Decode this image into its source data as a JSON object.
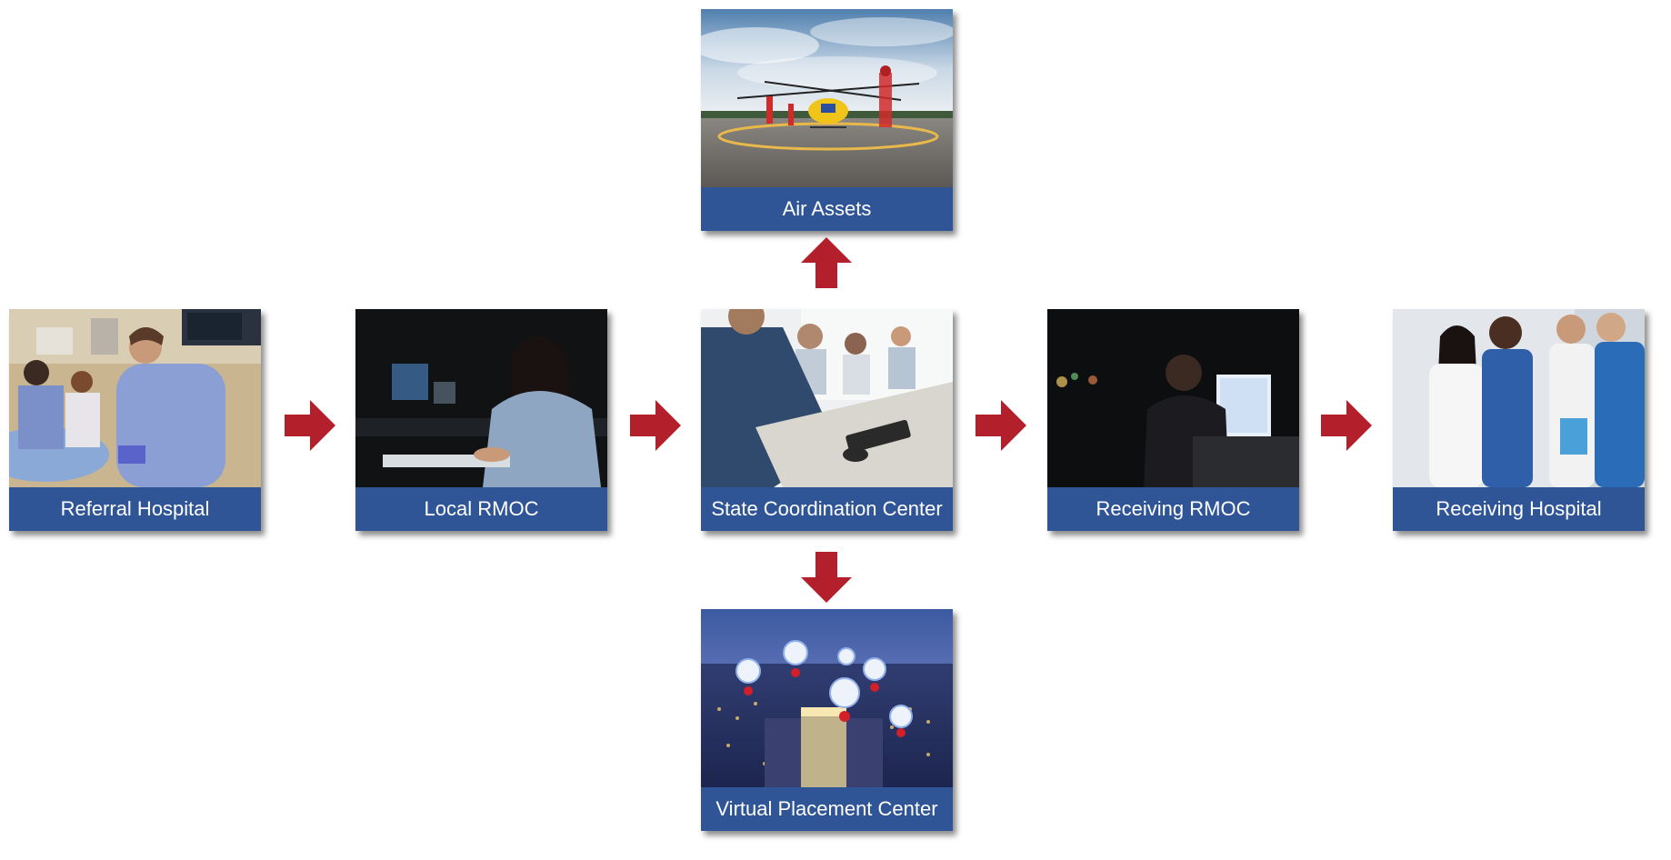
{
  "colors": {
    "caption_bg": "#2f5597",
    "caption_text": "#ffffff",
    "arrow": "#b3202b"
  },
  "nodes": {
    "air_assets": {
      "label": "Air Assets",
      "image": "helicopter-landing-photo"
    },
    "referral_hospital": {
      "label": "Referral Hospital",
      "image": "emergency-room-nurses-photo"
    },
    "local_rmoc": {
      "label": "Local RMOC",
      "image": "dispatcher-with-headset-photo"
    },
    "state_coordination_center": {
      "label": "State Coordination Center",
      "image": "call-center-office-photo"
    },
    "receiving_rmoc": {
      "label": "Receiving RMOC",
      "image": "night-operator-at-monitor-photo"
    },
    "receiving_hospital": {
      "label": "Receiving Hospital",
      "image": "doctors-reviewing-tablet-photo"
    },
    "virtual_placement_center": {
      "label": "Virtual Placement Center",
      "image": "city-night-map-pins-photo"
    }
  },
  "arrows": [
    {
      "from": "state_coordination_center",
      "to": "air_assets",
      "direction": "up"
    },
    {
      "from": "referral_hospital",
      "to": "local_rmoc",
      "direction": "right"
    },
    {
      "from": "local_rmoc",
      "to": "state_coordination_center",
      "direction": "right"
    },
    {
      "from": "state_coordination_center",
      "to": "receiving_rmoc",
      "direction": "right"
    },
    {
      "from": "receiving_rmoc",
      "to": "receiving_hospital",
      "direction": "right"
    },
    {
      "from": "state_coordination_center",
      "to": "virtual_placement_center",
      "direction": "down"
    }
  ]
}
